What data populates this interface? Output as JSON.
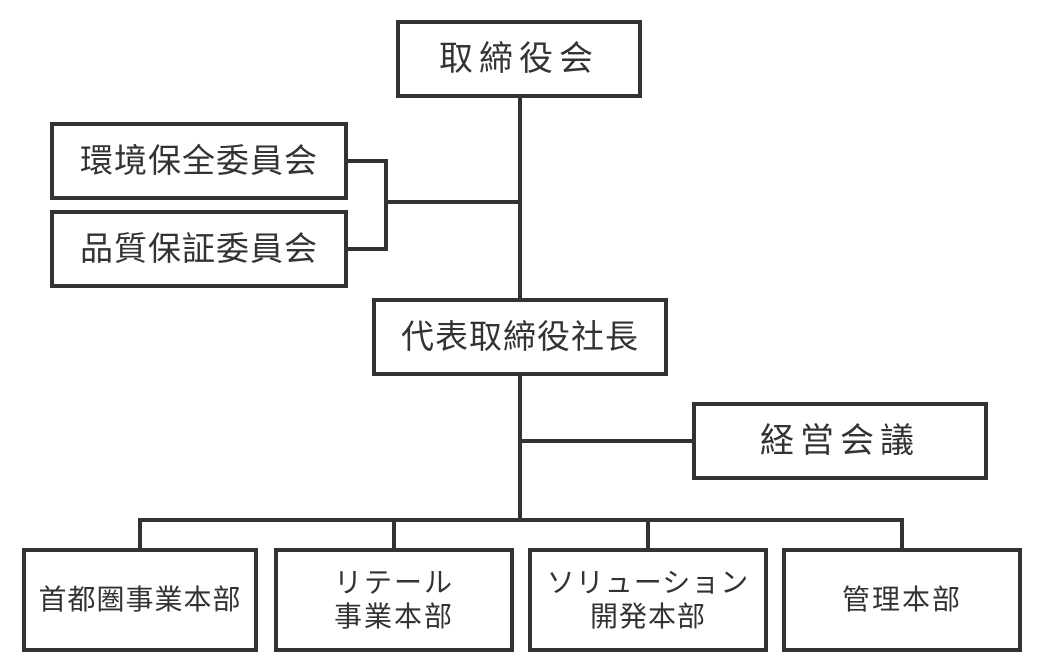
{
  "chart": {
    "board": "取締役会",
    "committees": [
      "環境保全委員会",
      "品質保証委員会"
    ],
    "president": "代表取締役社長",
    "management_meeting": "経営会議",
    "divisions": [
      {
        "lines": [
          "首都圏事業本部"
        ]
      },
      {
        "lines": [
          "リテール",
          "事業本部"
        ]
      },
      {
        "lines": [
          "ソリューション",
          "開発本部"
        ]
      },
      {
        "lines": [
          "管理本部"
        ]
      }
    ]
  },
  "colors": {
    "line": "#333333",
    "box_border": "#333333",
    "text": "#333333",
    "background": "#ffffff"
  }
}
